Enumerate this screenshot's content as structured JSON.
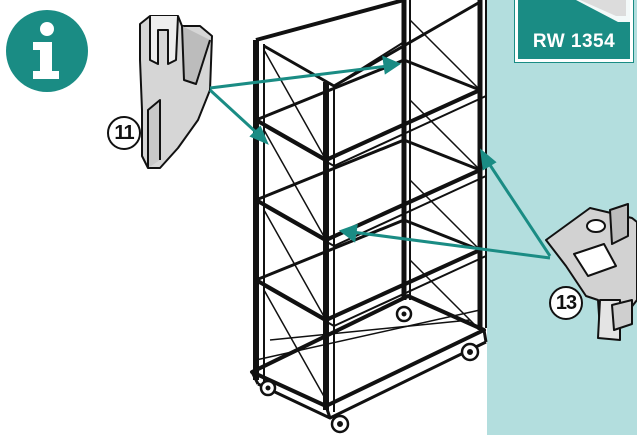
{
  "badge": {
    "label": "RW 1354"
  },
  "callouts": [
    {
      "id": "c11",
      "label": "11"
    },
    {
      "id": "c13",
      "label": "13"
    }
  ],
  "colors": {
    "accent": "#1a8c84",
    "panel": "#b3dede",
    "line": "#111111"
  },
  "icons": [
    "info-icon",
    "bracket-part-icon",
    "clip-part-icon",
    "rack-trolley-illustration"
  ]
}
